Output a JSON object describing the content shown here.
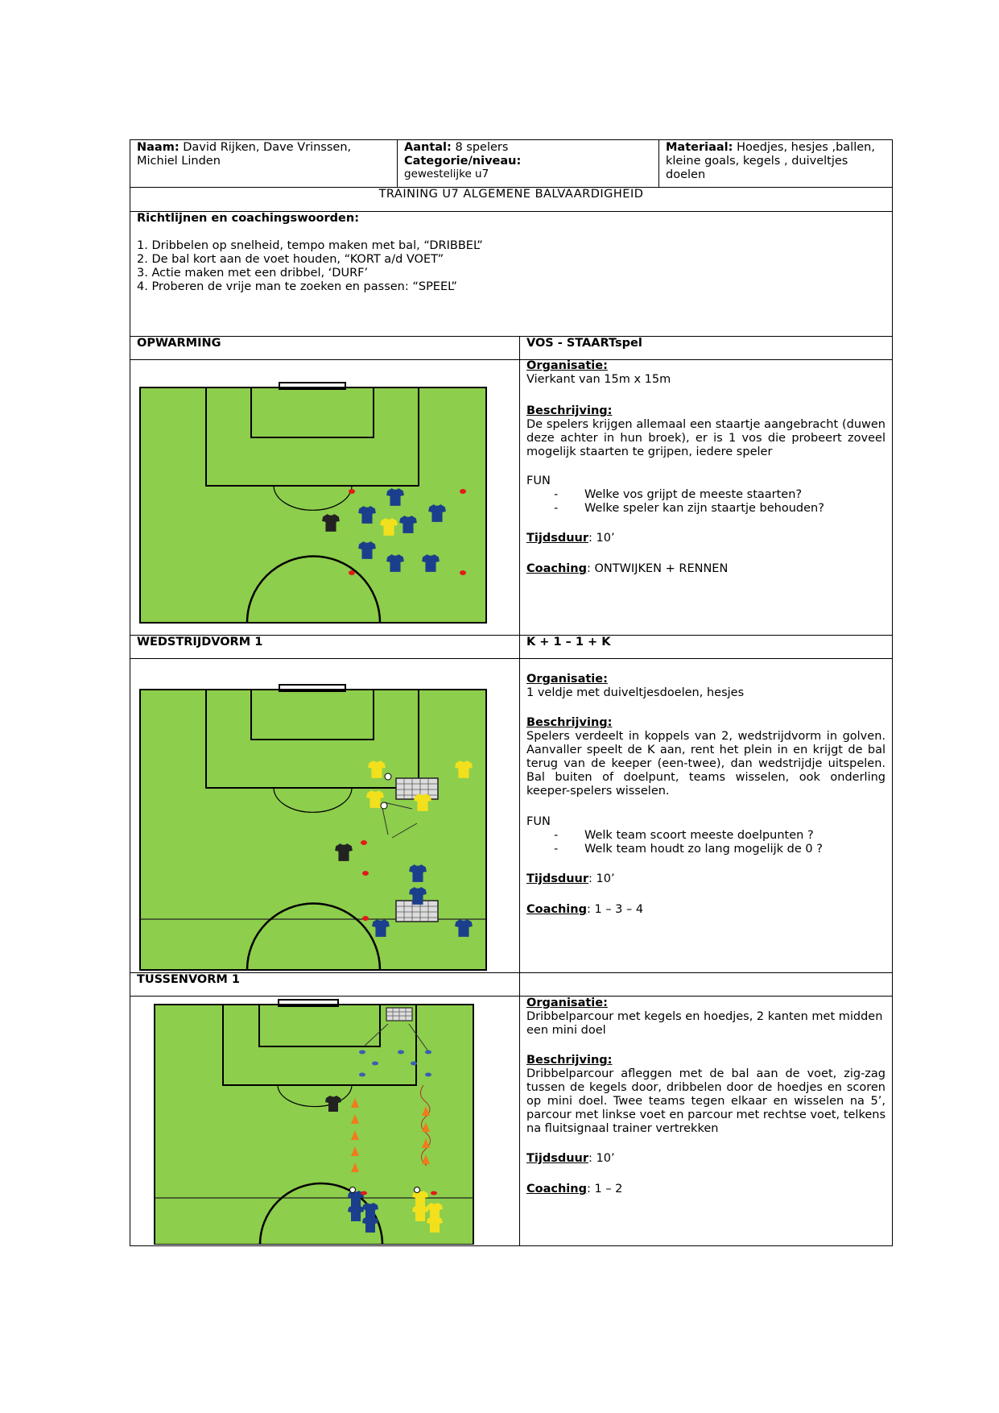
{
  "header": {
    "naam_label": "Naam:",
    "naam_value_1": "David Rijken, Dave Vrinssen,",
    "naam_value_2": "Michiel Linden",
    "aantal_label": "Aantal:",
    "aantal_value": "8 spelers",
    "categorie_label": "Categorie/niveau:",
    "categorie_value": "gewestelijke u7",
    "materiaal_label": "Materiaal:",
    "materiaal_value_1": "Hoedjes, hesjes ,ballen,",
    "materiaal_value_2": "kleine goals, kegels , duiveltjes doelen"
  },
  "title": "TRAINING U7 ALGEMENE BALVAARDIGHEID",
  "guidelines": {
    "heading": "Richtlijnen en coachingswoorden:",
    "items": [
      "1. Dribbelen op snelheid, tempo maken met bal, “DRIBBEL”",
      "2. De bal kort aan de voet houden, “KORT a/d VOET”",
      "3. Actie maken met een dribbel, ‘DURF’",
      "4. Proberen de vrije man te zoeken en passen: “SPEEL”"
    ]
  },
  "sections": [
    {
      "left_title": "OPWARMING",
      "right_title": "VOS - STAARTspel",
      "org_label": "Organisatie:",
      "org_text": "Vierkant van 15m x 15m",
      "desc_label": "Beschrijving:",
      "desc_text": "De spelers krijgen allemaal een staartje aangebracht (duwen deze achter in hun broek), er is 1 vos die probeert zoveel mogelijk staarten te grijpen, iedere speler",
      "fun_label": "FUN",
      "fun_items": [
        "Welke vos grijpt de meeste staarten?",
        "Welke speler kan zijn staartje behouden?"
      ],
      "time_label": "Tijdsduur",
      "time_value": ": 10’",
      "coach_label": "Coaching",
      "coach_value": ": ONTWIJKEN + RENNEN"
    },
    {
      "left_title": "WEDSTRIJDVORM 1",
      "right_title": "K + 1 – 1 + K",
      "org_label": "Organisatie:",
      "org_text": "1 veldje met duiveltjesdoelen, hesjes",
      "desc_label": "Beschrijving:",
      "desc_text": "Spelers verdeelt in koppels van 2, wedstrijdvorm in golven. Aanvaller speelt de K aan, rent het plein in en krijgt de bal terug van de keeper (een-twee), dan wedstrijdje uitspelen. Bal buiten of doelpunt, teams wisselen, ook onderling keeper-spelers wisselen.",
      "fun_label": "FUN",
      "fun_items": [
        "Welk team scoort meeste doelpunten ?",
        "Welk team houdt zo lang mogelijk de 0 ?"
      ],
      "time_label": "Tijdsduur",
      "time_value": ": 10’",
      "coach_label": "Coaching",
      "coach_value": ": 1 – 3 – 4"
    },
    {
      "left_title": "TUSSENVORM 1",
      "right_title": "",
      "org_label": "Organisatie:",
      "org_text": "Dribbelparcour met kegels en hoedjes, 2 kanten met midden een mini doel",
      "desc_label": "Beschrijving:",
      "desc_text": "Dribbelparcour afleggen met de bal aan de voet, zig-zag tussen de kegels door, dribbelen door de hoedjes en scoren op mini doel. Twee teams tegen elkaar en wisselen na 5’, parcour met linkse voet en parcour met rechtse voet, telkens na fluitsignaal trainer vertrekken",
      "time_label": "Tijdsduur",
      "time_value": ": 10’",
      "coach_label": "Coaching",
      "coach_value": ": 1 – 2"
    }
  ],
  "colors": {
    "pitch": "#8dce4c",
    "blue_shirt": "#1b3f8c",
    "yellow_shirt": "#f2e01c",
    "black_shirt": "#222222",
    "cone_red": "#e31a1a",
    "cone_orange": "#f07b1c",
    "hat_blue": "#3a5fb5"
  }
}
